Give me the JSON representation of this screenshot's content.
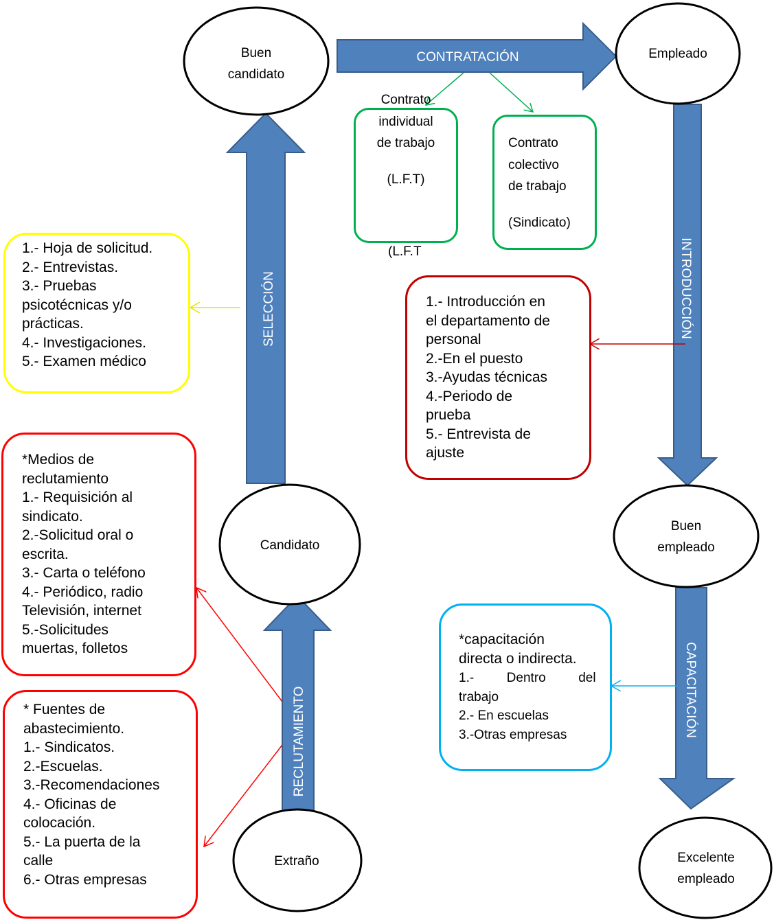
{
  "nodes": {
    "buen_candidato": [
      "Buen",
      "candidato"
    ],
    "empleado": [
      "Empleado"
    ],
    "candidato": [
      "Candidato"
    ],
    "extrano": [
      "Extraño"
    ],
    "buen_empleado": [
      "Buen",
      "empleado"
    ],
    "excelente_empleado": [
      "Excelente",
      "empleado"
    ]
  },
  "arrows": {
    "contratacion": "CONTRATACIÓN",
    "seleccion": "SELECCIÓN",
    "reclutamiento": "RECLUTAMIENTO",
    "introduccion": "INTRODUCCIÓN",
    "capacitacion": "CAPACITACIÓN"
  },
  "contrato_individual": {
    "lines": [
      "Contrato",
      "individual",
      "de trabajo",
      "",
      "(L.F.T)"
    ],
    "below": "(L.F.T"
  },
  "contrato_colectivo": {
    "lines": [
      "Contrato",
      "colectivo",
      "de trabajo",
      "",
      "(Sindicato)"
    ]
  },
  "seleccion_box": [
    "1.- Hoja de solicitud.",
    "2.- Entrevistas.",
    "3.- Pruebas",
    "psicotécnicas y/o",
    "prácticas.",
    "4.- Investigaciones.",
    "5.- Examen médico"
  ],
  "medios_box": [
    "*Medios de",
    "reclutamiento",
    "1.- Requisición al",
    "sindicato.",
    "2.-Solicitud oral o",
    "escrita.",
    "3.- Carta o teléfono",
    "4.- Periódico, radio",
    "Televisión, internet",
    "5.-Solicitudes",
    "muertas, folletos"
  ],
  "fuentes_box": [
    "* Fuentes de",
    "abastecimiento.",
    "1.- Sindicatos.",
    "2.-Escuelas.",
    "3.-Recomendaciones",
    "4.- Oficinas de",
    "colocación.",
    "5.- La puerta de la",
    "calle",
    "6.- Otras empresas"
  ],
  "introduccion_box": [
    "1.- Introducción en",
    "el departamento de",
    "personal",
    "2.-En el puesto",
    "3.-Ayudas técnicas",
    "4.-Periodo de",
    "prueba",
    "5.- Entrevista de",
    "ajuste"
  ],
  "capacitacion_box": [
    "*capacitación",
    "directa o indirecta.",
    "1.-         Dentro         del",
    "trabajo",
    "2.- En escuelas",
    "3.-Otras empresas"
  ],
  "colors": {
    "arrow_fill": "#4f81bd",
    "arrow_stroke": "#385d8a",
    "yellow": "#ffff00",
    "red": "#ff0000",
    "dark_red": "#c00000",
    "green": "#00b050",
    "cyan": "#00b0f0"
  }
}
